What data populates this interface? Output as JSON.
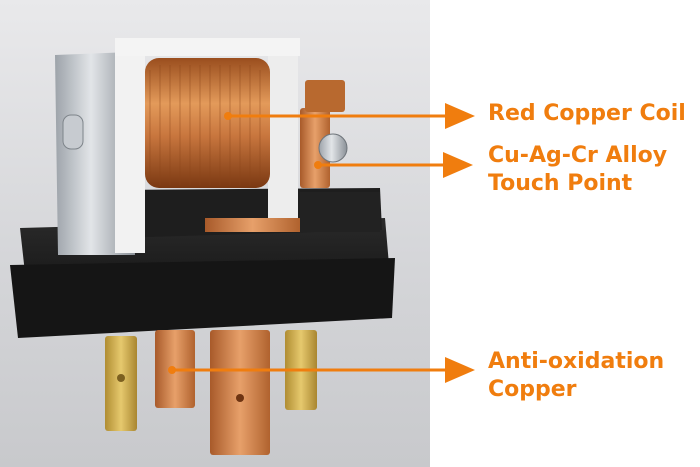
{
  "labels": {
    "coil": {
      "line1": "Red Copper Coil"
    },
    "contact": {
      "line1": "Cu-Ag-Cr Alloy",
      "line2": "Touch Point"
    },
    "terminals": {
      "line1": "Anti-oxidation",
      "line2": "Copper"
    }
  },
  "colors": {
    "label_orange": "#f07d0e",
    "copper": "#c8763e",
    "relay_black": "#1c1c1c",
    "brass": "#c9a64a"
  }
}
